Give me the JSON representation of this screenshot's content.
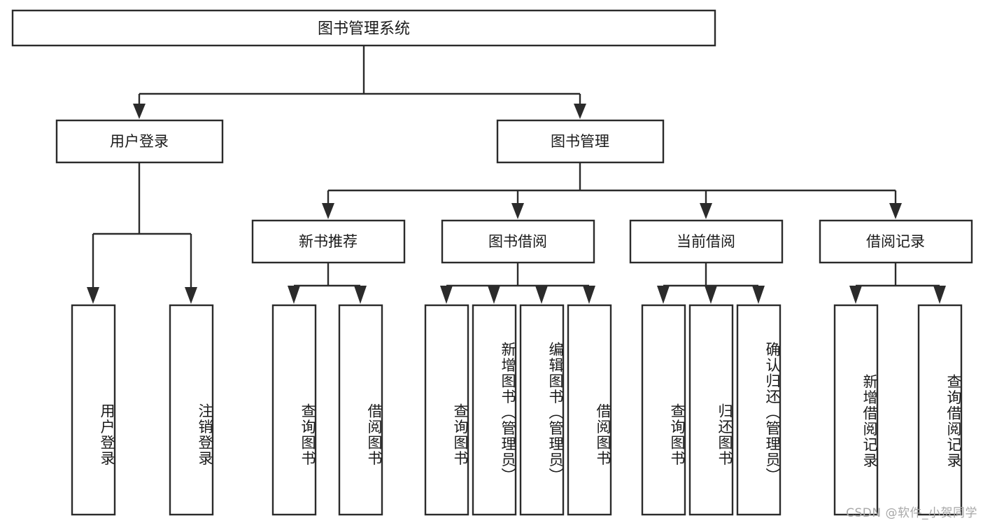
{
  "diagram": {
    "type": "tree-hierarchy",
    "title": "图书管理系统",
    "root": {
      "label": "图书管理系统",
      "id": "root-system"
    },
    "level1": [
      {
        "id": "user-login",
        "label": "用户登录"
      },
      {
        "id": "book-manage",
        "label": "图书管理"
      }
    ],
    "level2": [
      {
        "id": "new-book-rec",
        "label": "新书推荐",
        "parent": "book-manage"
      },
      {
        "id": "book-borrow",
        "label": "图书借阅",
        "parent": "book-manage"
      },
      {
        "id": "current-borrow",
        "label": "当前借阅",
        "parent": "book-manage"
      },
      {
        "id": "borrow-record",
        "label": "借阅记录",
        "parent": "book-manage"
      }
    ],
    "leaves": {
      "user-login": [
        {
          "id": "leaf-user-login",
          "label": "用户登录"
        },
        {
          "id": "leaf-user-logout",
          "label": "注销登录"
        }
      ],
      "new-book-rec": [
        {
          "id": "leaf-query-book-1",
          "label": "查询图书"
        },
        {
          "id": "leaf-borrow-book-1",
          "label": "借阅图书"
        }
      ],
      "book-borrow": [
        {
          "id": "leaf-query-book-2",
          "label": "查询图书"
        },
        {
          "id": "leaf-add-book",
          "label": "新增图书（管理员）"
        },
        {
          "id": "leaf-edit-book",
          "label": "编辑图书（管理员）"
        },
        {
          "id": "leaf-borrow-book-2",
          "label": "借阅图书"
        }
      ],
      "current-borrow": [
        {
          "id": "leaf-query-book-3",
          "label": "查询图书"
        },
        {
          "id": "leaf-return-book",
          "label": "归还图书"
        },
        {
          "id": "leaf-confirm-return",
          "label": "确认归还（管理员）"
        }
      ],
      "borrow-record": [
        {
          "id": "leaf-add-record",
          "label": "新增借阅记录"
        },
        {
          "id": "leaf-query-record",
          "label": "查询借阅记录"
        }
      ]
    },
    "colors": {
      "stroke": "#2b2b2b",
      "fill": "#ffffff",
      "text": "#1a1a1a",
      "watermark": "#a8a8a8"
    }
  },
  "watermark": {
    "text": "CSDN @软件_小贺同学"
  }
}
